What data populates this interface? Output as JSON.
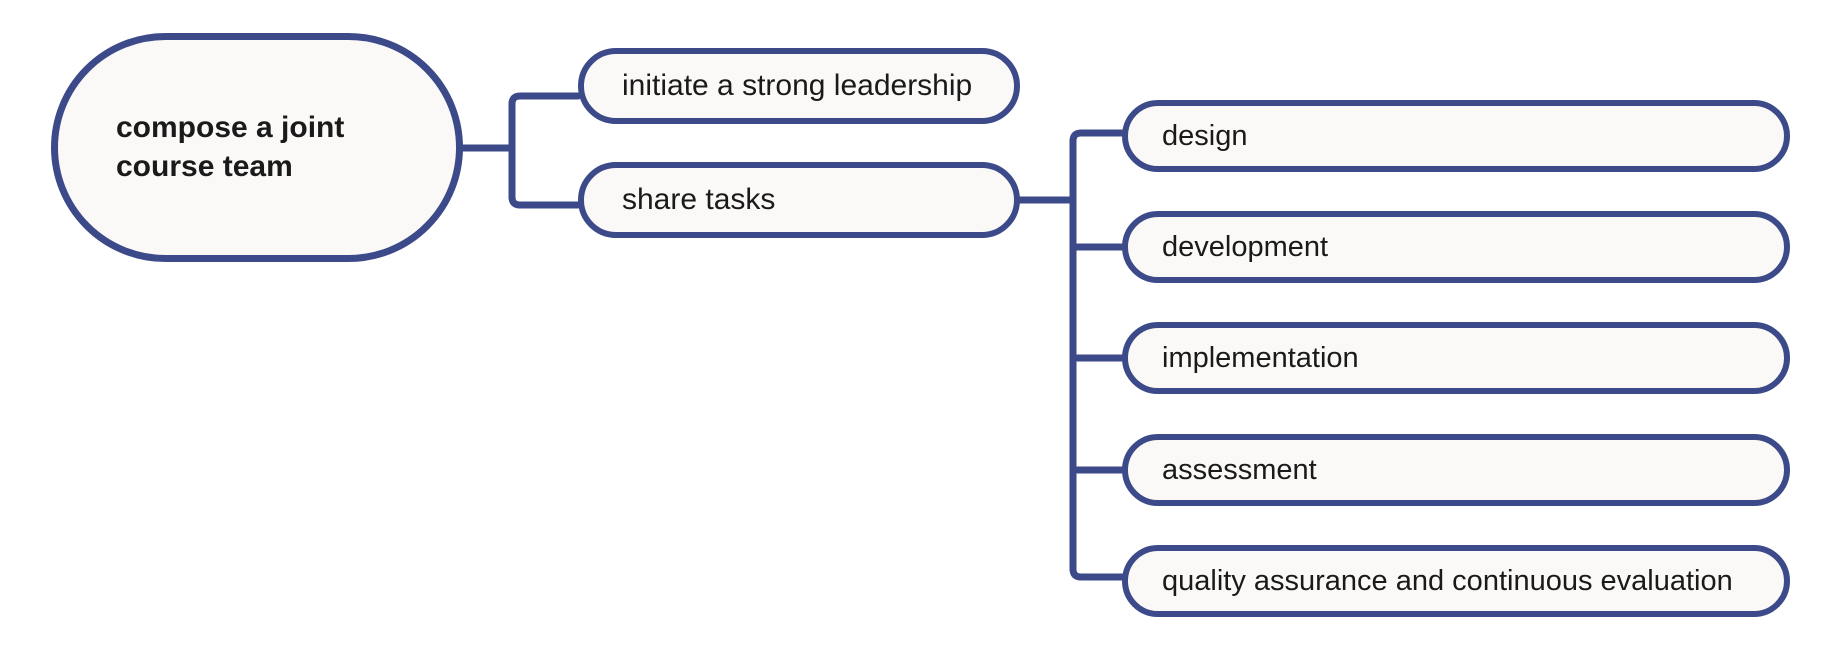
{
  "diagram": {
    "type": "mind-map",
    "title": "compose a joint course team",
    "orientation": "left-to-right",
    "colors": {
      "stroke": "#3c4a8a",
      "node_fill": "#faf9f7",
      "text": "#1a1a1a",
      "background": "#ffffff"
    },
    "root": {
      "label": "compose a joint course team",
      "shape": "ellipse",
      "bold": true
    },
    "level2": [
      {
        "label": "initiate a strong leadership",
        "shape": "rounded-rectangle"
      },
      {
        "label": "share tasks",
        "shape": "rounded-rectangle"
      }
    ],
    "level3_parent": "share tasks",
    "level3": [
      {
        "label": "design",
        "shape": "rounded-rectangle"
      },
      {
        "label": "development",
        "shape": "rounded-rectangle"
      },
      {
        "label": "implementation",
        "shape": "rounded-rectangle"
      },
      {
        "label": "assessment",
        "shape": "rounded-rectangle"
      },
      {
        "label": "quality assurance and continuous evaluation",
        "shape": "rounded-rectangle"
      }
    ]
  }
}
